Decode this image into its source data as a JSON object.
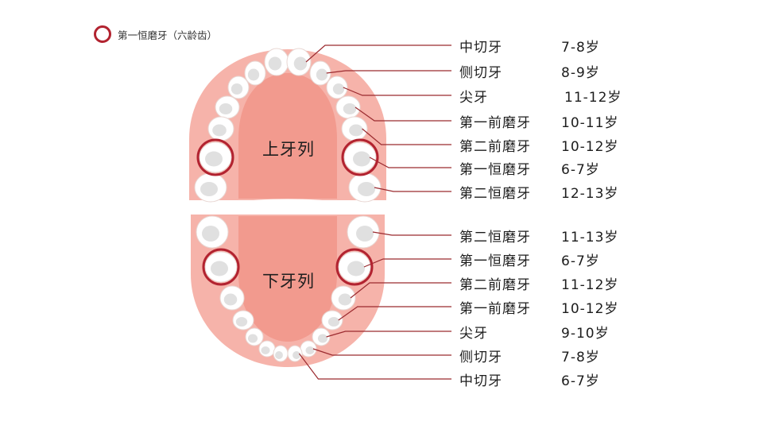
{
  "legend": {
    "text": "第一恒磨牙（六龄齿）",
    "ring_color": "#b22330"
  },
  "colors": {
    "gum": "#f6b3aa",
    "palate": "#f29a8e",
    "tooth": "#ffffff",
    "tooth_shade": "#d6d6d6",
    "leader_line": "#9b2a2f",
    "highlight_ring": "#b22330"
  },
  "upper_arch": {
    "label": "上牙列",
    "teeth": [
      {
        "name": "中切牙",
        "age": "7-8岁"
      },
      {
        "name": "侧切牙",
        "age": "8-9岁"
      },
      {
        "name": "尖牙",
        "age": "11-12岁"
      },
      {
        "name": "第一前磨牙",
        "age": "10-11岁"
      },
      {
        "name": "第二前磨牙",
        "age": "10-12岁"
      },
      {
        "name": "第一恒磨牙",
        "age": "6-7岁"
      },
      {
        "name": "第二恒磨牙",
        "age": "12-13岁"
      }
    ]
  },
  "lower_arch": {
    "label": "下牙列",
    "teeth": [
      {
        "name": "第二恒磨牙",
        "age": "11-13岁"
      },
      {
        "name": "第一恒磨牙",
        "age": "6-7岁"
      },
      {
        "name": "第二前磨牙",
        "age": "11-12岁"
      },
      {
        "name": "第一前磨牙",
        "age": "10-12岁"
      },
      {
        "name": "尖牙",
        "age": "9-10岁"
      },
      {
        "name": "侧切牙",
        "age": "7-8岁"
      },
      {
        "name": "中切牙",
        "age": "6-7岁"
      }
    ]
  }
}
